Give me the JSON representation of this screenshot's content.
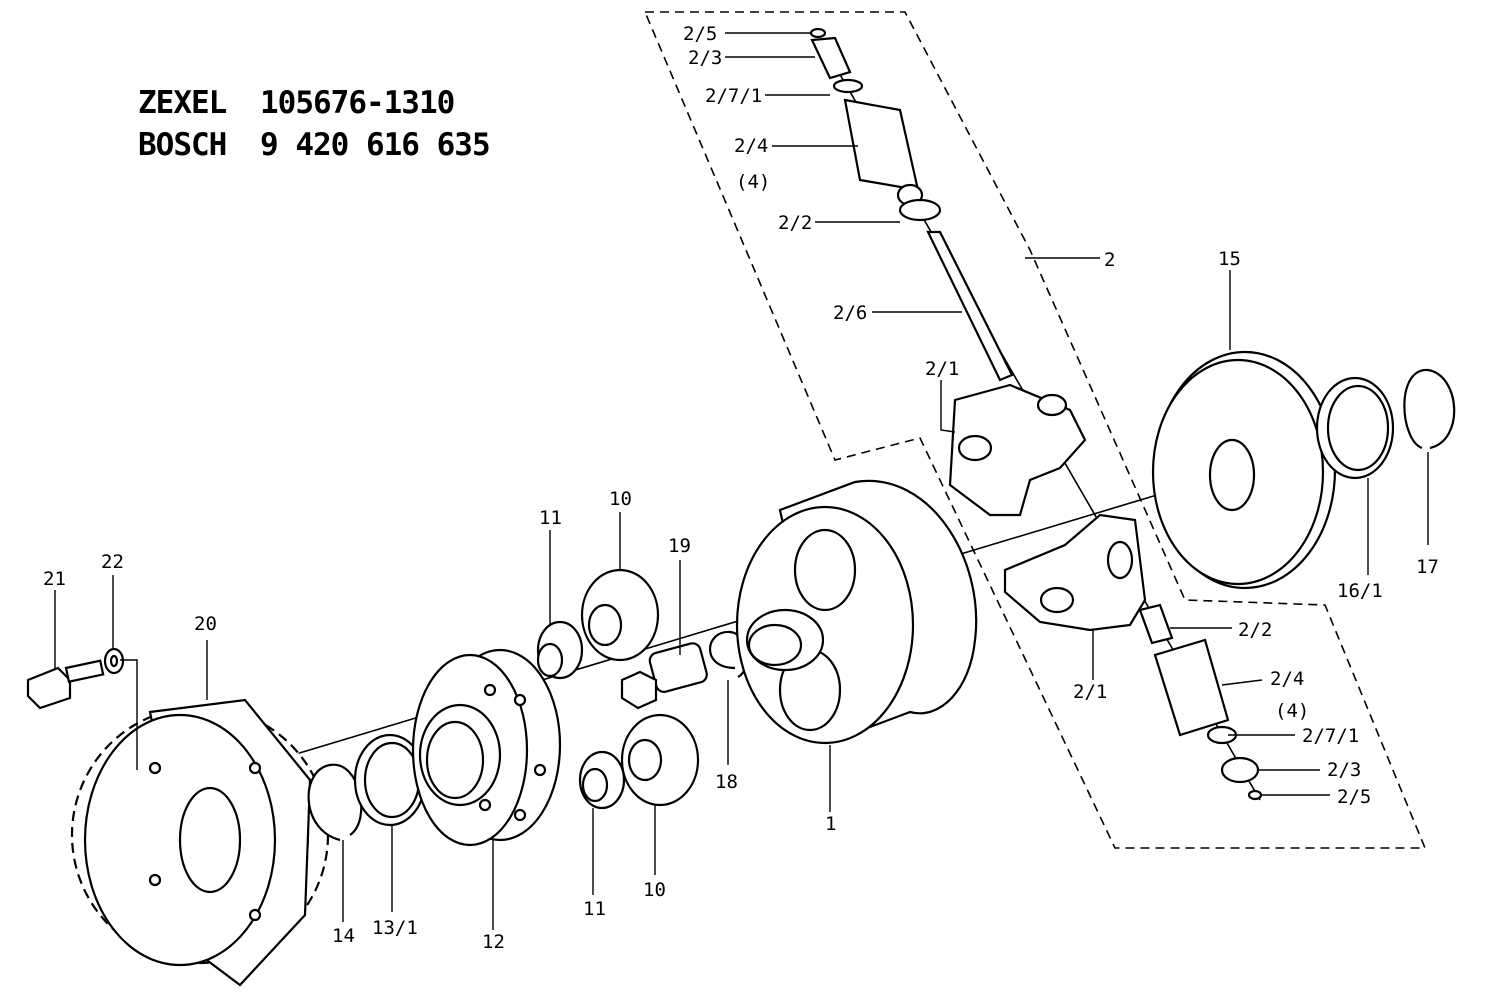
{
  "header": {
    "zexel_brand": "ZEXEL",
    "zexel_number": "105676-1310",
    "bosch_brand": "BOSCH",
    "bosch_number": "9 420 616 635"
  },
  "labels": {
    "p2_5_top": "2/5",
    "p2_3_top": "2/3",
    "p2_7_1_top": "2/7/1",
    "p2_4_top": "2/4",
    "p2_4_qty_top": "(4)",
    "p2_2_top": "2/2",
    "p2": "2",
    "p2_6": "2/6",
    "p2_1_top": "2/1",
    "p15": "15",
    "p16_1": "16/1",
    "p17": "17",
    "p2_2_bot": "2/2",
    "p2_1_bot": "2/1",
    "p2_4_bot": "2/4",
    "p2_4_qty_bot": "(4)",
    "p2_7_1_bot": "2/7/1",
    "p2_3_bot": "2/3",
    "p2_5_bot": "2/5",
    "p1": "1",
    "p18": "18",
    "p19": "19",
    "p10_top": "10",
    "p11_top": "11",
    "p10_bot": "10",
    "p11_bot": "11",
    "p12": "12",
    "p13_1": "13/1",
    "p14": "14",
    "p20": "20",
    "p21": "21",
    "p22": "22"
  }
}
